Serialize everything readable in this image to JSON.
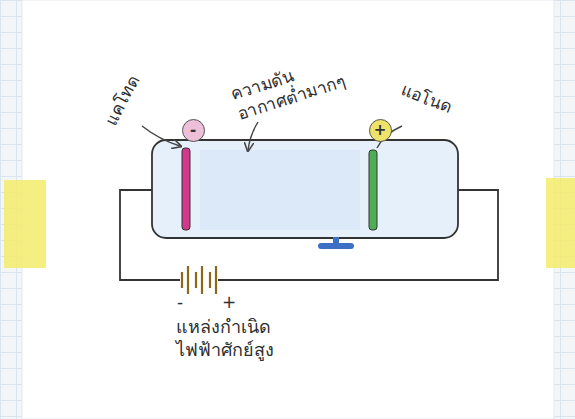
{
  "diagram": {
    "nodes": [
      {
        "text": [
          "-"
        ]
      },
      {
        "text": [
          "+"
        ]
      }
    ],
    "labels": [
      "แคโทด",
      "ความดัน อากาศต่ำมากๆ",
      "แอโนด",
      "-",
      "+",
      "แหล่งกำเนิด ไฟฟ้าศักย์สูง"
    ]
  }
}
